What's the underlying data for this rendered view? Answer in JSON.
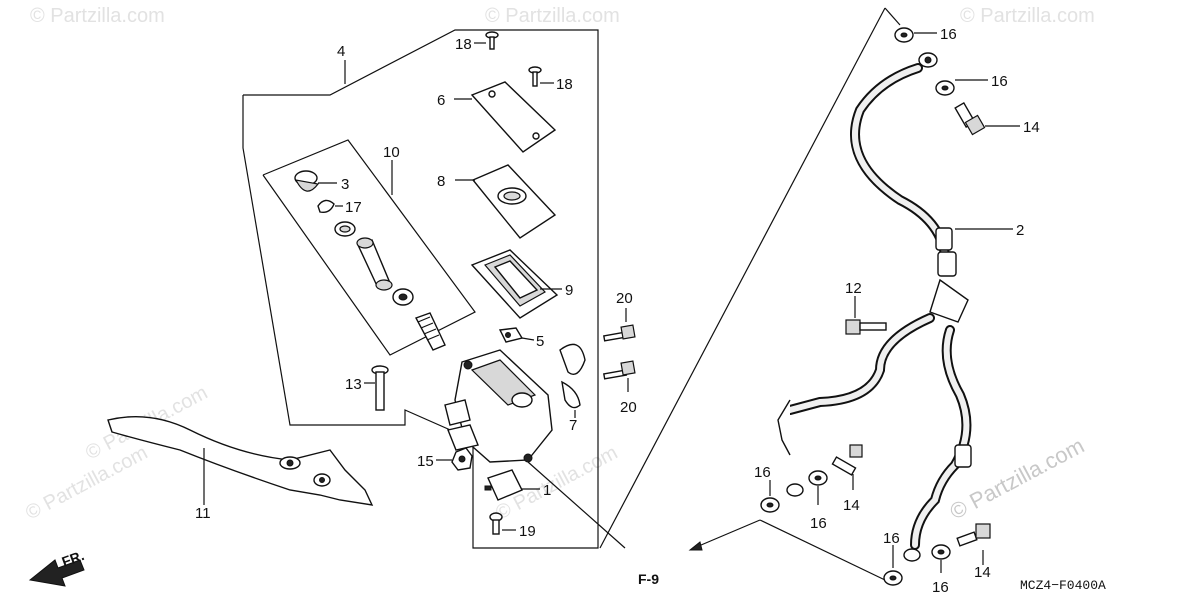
{
  "callouts": {
    "c1": "1",
    "c2": "2",
    "c3": "3",
    "c4": "4",
    "c5": "5",
    "c6": "6",
    "c7": "7",
    "c8": "8",
    "c9": "9",
    "c10": "10",
    "c11": "11",
    "c12": "12",
    "c13": "13",
    "c14a": "14",
    "c14b": "14",
    "c14c": "14",
    "c15": "15",
    "c16a": "16",
    "c16b": "16",
    "c16c": "16",
    "c16d": "16",
    "c16e": "16",
    "c16f": "16",
    "c17": "17",
    "c18a": "18",
    "c18b": "18",
    "c19": "19",
    "c20a": "20",
    "c20b": "20"
  },
  "labels": {
    "front_arrow": "FR.",
    "ref_mark": "F-9",
    "diagram_code": "MCZ4−F0400A"
  },
  "watermarks": {
    "main": "© Partzilla.com",
    "faint": "© Partzilla.com"
  }
}
